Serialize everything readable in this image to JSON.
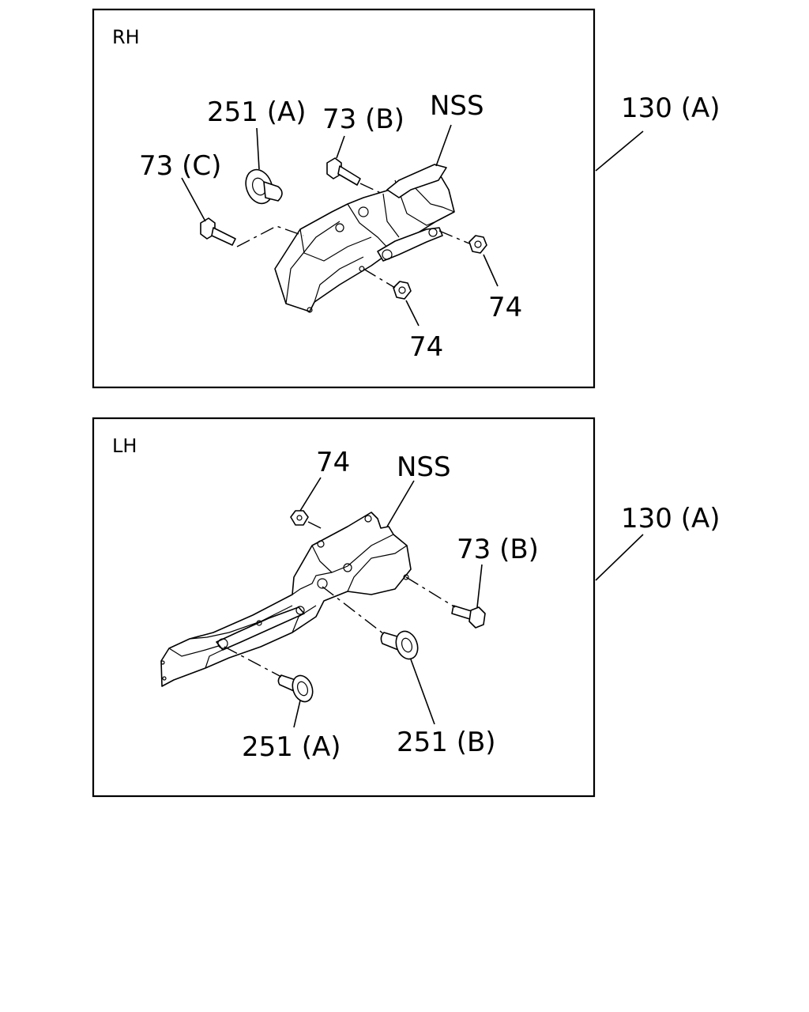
{
  "panels": {
    "rh": {
      "title": "RH",
      "assembly_ref": "130 (A)",
      "callouts": {
        "clip_251a": "251 (A)",
        "bolt_73b": "73 (B)",
        "nss": "NSS",
        "bolt_73c": "73 (C)",
        "nut_74_right": "74",
        "nut_74_bottom": "74"
      }
    },
    "lh": {
      "title": "LH",
      "assembly_ref": "130 (A)",
      "callouts": {
        "nut_74": "74",
        "nss": "NSS",
        "bolt_73b": "73 (B)",
        "clip_251a": "251 (A)",
        "clip_251b": "251 (B)"
      }
    }
  }
}
